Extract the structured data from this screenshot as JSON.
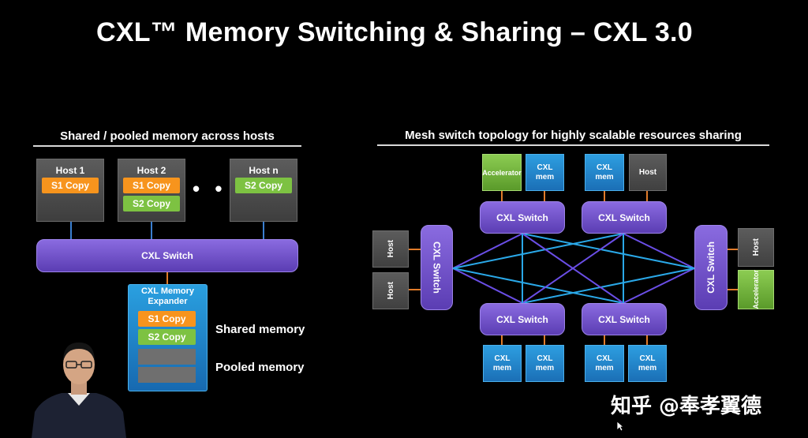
{
  "title": "CXL™ Memory Switching & Sharing – CXL 3.0",
  "left_panel": {
    "heading": "Shared / pooled memory across hosts",
    "hosts": [
      {
        "label": "Host 1",
        "copies": [
          "S1 Copy"
        ]
      },
      {
        "label": "Host 2",
        "copies": [
          "S1 Copy",
          "S2 Copy"
        ]
      },
      {
        "label": "Host n",
        "copies": [
          "S2 Copy"
        ]
      }
    ],
    "ellipsis": "• • •",
    "switch_label": "CXL Switch",
    "expander": {
      "label": "CXL Memory Expander",
      "copies": [
        "S1 Copy",
        "S2 Copy"
      ]
    },
    "shared_label": "Shared memory",
    "pooled_label": "Pooled memory"
  },
  "right_panel": {
    "heading": "Mesh switch topology for highly scalable resources sharing",
    "switch_label": "CXL Switch",
    "mem_label": "CXL mem",
    "host_label": "Host",
    "accelerator_label": "Accelerator"
  },
  "watermark": "知乎 @奉孝翼德",
  "colors": {
    "switch": "#6a4cc8",
    "memory": "#1f86cc",
    "copy_s1": "#f7941d",
    "copy_s2": "#7dc242",
    "mesh_purple": "#6a4ee6",
    "mesh_cyan": "#2aa8e8"
  }
}
